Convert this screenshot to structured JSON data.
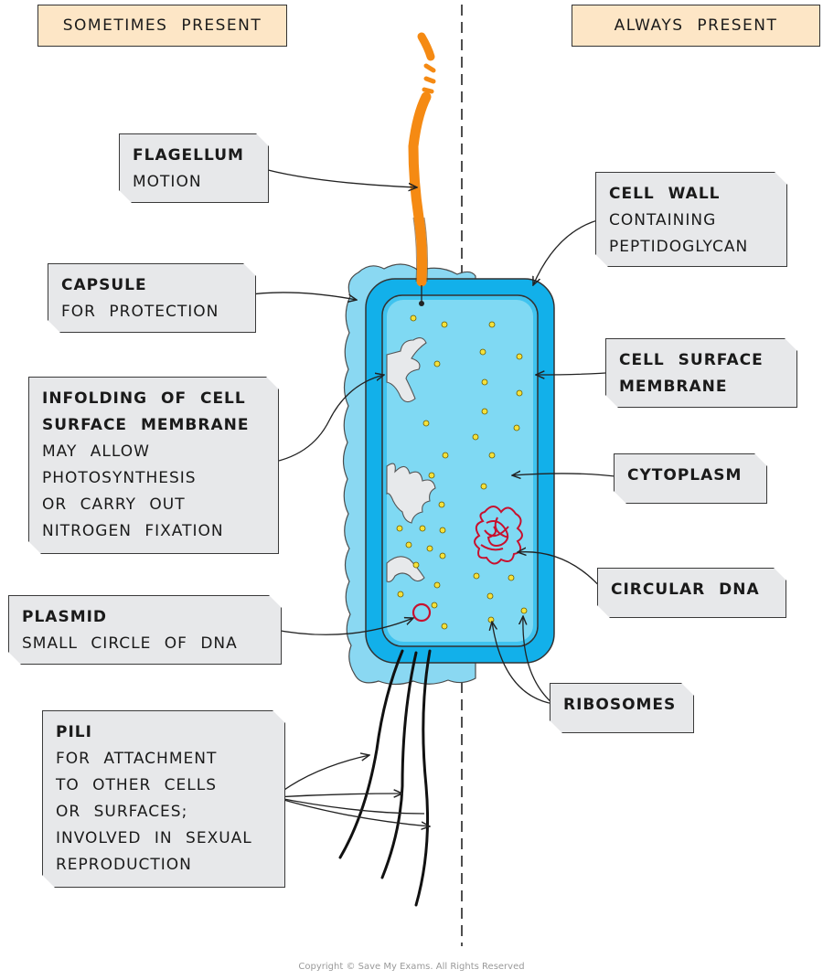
{
  "headers": {
    "sometimes": "SOMETIMES PRESENT",
    "always": "ALWAYS PRESENT"
  },
  "labels": {
    "flagellum": {
      "title": "FLAGELLUM",
      "desc": [
        "MOTION"
      ]
    },
    "capsule": {
      "title": "CAPSULE",
      "desc": [
        "FOR PROTECTION"
      ]
    },
    "infolding": {
      "title": [
        "INFOLDING OF CELL",
        "SURFACE MEMBRANE"
      ],
      "desc": [
        "MAY ALLOW",
        "PHOTOSYNTHESIS",
        "OR CARRY OUT",
        "NITROGEN FIXATION"
      ]
    },
    "plasmid": {
      "title": "PLASMID",
      "desc": [
        "SMALL CIRCLE OF DNA"
      ]
    },
    "pili": {
      "title": "PILI",
      "desc": [
        "FOR ATTACHMENT",
        "TO OTHER CELLS",
        "OR SURFACES;",
        "INVOLVED IN SEXUAL",
        "REPRODUCTION"
      ]
    },
    "cell_wall": {
      "title": "CELL WALL",
      "desc": [
        "CONTAINING",
        "PEPTIDOGLYCAN"
      ]
    },
    "cell_surface_membrane": {
      "title": [
        "CELL SURFACE",
        "MEMBRANE"
      ]
    },
    "cytoplasm": {
      "title": "CYTOPLASM"
    },
    "circular_dna": {
      "title": "CIRCULAR DNA"
    },
    "ribosomes": {
      "title": "RIBOSOMES"
    }
  },
  "colors": {
    "capsule": "#8ad8f2",
    "cell_wall": "#12b0ea",
    "cytoplasm": "#7fd9f3",
    "flagellum": "#f58a13",
    "dna": "#c8102e",
    "ribosome": "#f5e23a",
    "label_bg": "#e7e8ea",
    "header_bg": "#fde6c6"
  },
  "footer": {
    "copyright": "Copyright © Save My Exams. All Rights Reserved"
  }
}
